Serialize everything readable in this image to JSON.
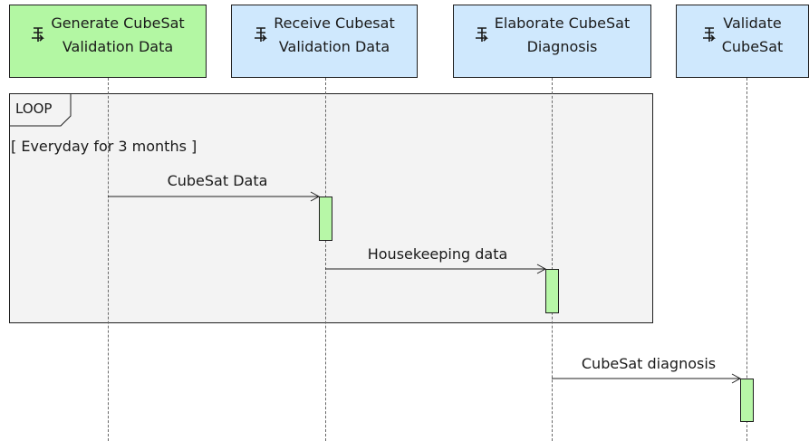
{
  "colors": {
    "actor_fill": "#b3f7a3",
    "block_fill": "#cfe8fd",
    "activation_fill": "#b7f7a7",
    "fragment_fill": "#f3f3f3",
    "line": "#1f1f1f"
  },
  "lifelines": [
    {
      "label": "Generate CubeSat\nValidation Data",
      "kind": "actor",
      "icon": "function-icon"
    },
    {
      "label": "Receive Cubesat\nValidation Data",
      "kind": "block",
      "icon": "function-icon"
    },
    {
      "label": "Elaborate CubeSat\nDiagnosis",
      "kind": "block",
      "icon": "function-icon"
    },
    {
      "label": "Validate\nCubeSat",
      "kind": "block",
      "icon": "function-icon"
    }
  ],
  "fragment": {
    "operator": "LOOP",
    "guard": "[ Everyday for 3 months ]"
  },
  "messages": [
    {
      "label": "CubeSat Data",
      "from": 0,
      "to": 1
    },
    {
      "label": "Housekeeping data",
      "from": 1,
      "to": 2
    },
    {
      "label": "CubeSat diagnosis",
      "from": 2,
      "to": 3
    }
  ]
}
